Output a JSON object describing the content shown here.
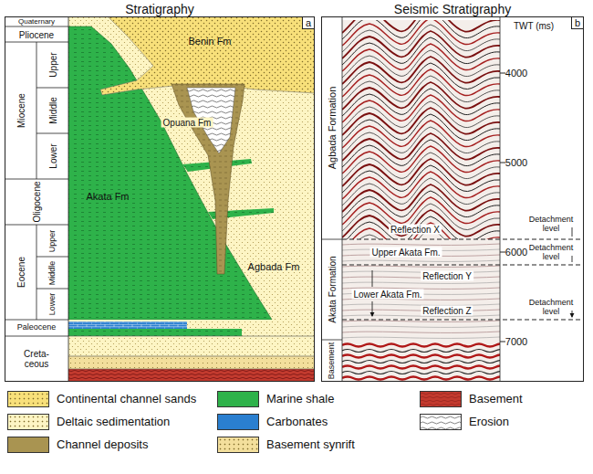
{
  "diagram": {
    "nodes": [
      {
        "text": [
          "Stratigraphy",
          "a"
        ]
      },
      {
        "text": [
          "Seismic Stratigraphy",
          "b"
        ]
      }
    ],
    "labels": [
      "Quaternary",
      "Pliocene",
      "Miocene",
      "Upper",
      "Middle",
      "Lower",
      "Oligocene",
      "Eocene",
      "Upper",
      "Middle",
      "Lower",
      "Paleocene",
      "Creta- ceous",
      "Benin Fm",
      "Opuana Fm",
      "Akata Fm",
      "Agbada Fm",
      "TWT (ms)",
      "4000",
      "5000",
      "6000",
      "7000",
      "Agbada Formation",
      "Akata Formation",
      "Basement",
      "Reflection X",
      "Upper Akata Fm.",
      "Reflection Y",
      "Lower Akata Fm.",
      "Reflection Z",
      "Detachment level",
      "Detachment level",
      "Detachment level"
    ],
    "legend": [
      {
        "text": "Continental channel sands",
        "color": "#f8e07a"
      },
      {
        "text": "Marine shale",
        "color": "#2eb24a"
      },
      {
        "text": "Basement",
        "color": "#c23a2e"
      },
      {
        "text": "Deltaic sedimentation",
        "color": "#fdf5c4"
      },
      {
        "text": "Carbonates",
        "color": "#2a7fd0"
      },
      {
        "text": "Erosion"
      },
      {
        "text": "Channel deposits",
        "color": "#a99451"
      },
      {
        "text": "Basement synrift",
        "color": "#f3df9c"
      }
    ]
  }
}
